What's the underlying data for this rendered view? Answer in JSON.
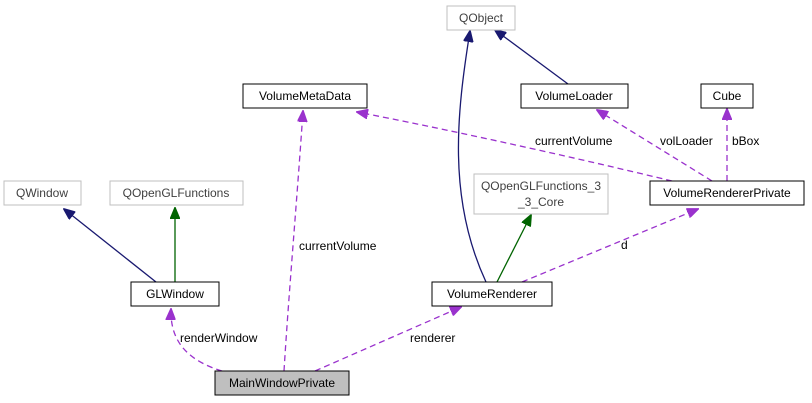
{
  "colors": {
    "inherit_public": "#191970",
    "inherit_protected": "#006400",
    "usage": "#9a32cd",
    "node_border_documented": "#000000",
    "node_border_external": "#bfbfbf",
    "node_fill": "#ffffff",
    "node_fill_focus": "#bfbfbf",
    "external_text": "#404040"
  },
  "nodes": {
    "qobject": {
      "label": "QObject",
      "kind": "external"
    },
    "volume_meta_data": {
      "label": "VolumeMetaData",
      "kind": "documented"
    },
    "volume_loader": {
      "label": "VolumeLoader",
      "kind": "documented"
    },
    "cube": {
      "label": "Cube",
      "kind": "documented"
    },
    "qwindow": {
      "label": "QWindow",
      "kind": "external"
    },
    "qopengl_functions": {
      "label": "QOpenGLFunctions",
      "kind": "external"
    },
    "qopengl_functions_3_3_core": {
      "label_line1": "QOpenGLFunctions_3",
      "label_line2": "_3_Core",
      "kind": "external"
    },
    "volume_renderer_private": {
      "label": "VolumeRendererPrivate",
      "kind": "documented"
    },
    "gl_window": {
      "label": "GLWindow",
      "kind": "documented"
    },
    "volume_renderer": {
      "label": "VolumeRenderer",
      "kind": "documented"
    },
    "main_window_private": {
      "label": "MainWindowPrivate",
      "kind": "focus"
    }
  },
  "edges": {
    "gl_window_inherits_qwindow": {
      "type": "inherit_public"
    },
    "gl_window_inherits_qopengl_functions": {
      "type": "inherit_protected"
    },
    "volume_renderer_inherits_qobject": {
      "type": "inherit_public"
    },
    "volume_renderer_inherits_qopengl_3_3_core": {
      "type": "inherit_protected"
    },
    "volume_loader_inherits_qobject": {
      "type": "inherit_public"
    },
    "main_window_uses_meta_data": {
      "type": "usage",
      "label": "currentVolume"
    },
    "main_window_uses_gl_window": {
      "type": "usage",
      "label": "renderWindow"
    },
    "main_window_uses_renderer": {
      "type": "usage",
      "label": "renderer"
    },
    "renderer_uses_private": {
      "type": "usage",
      "label": "d"
    },
    "private_uses_meta_data": {
      "type": "usage",
      "label": "currentVolume"
    },
    "private_uses_loader": {
      "type": "usage",
      "label": "volLoader"
    },
    "private_uses_cube": {
      "type": "usage",
      "label": "bBox"
    }
  }
}
